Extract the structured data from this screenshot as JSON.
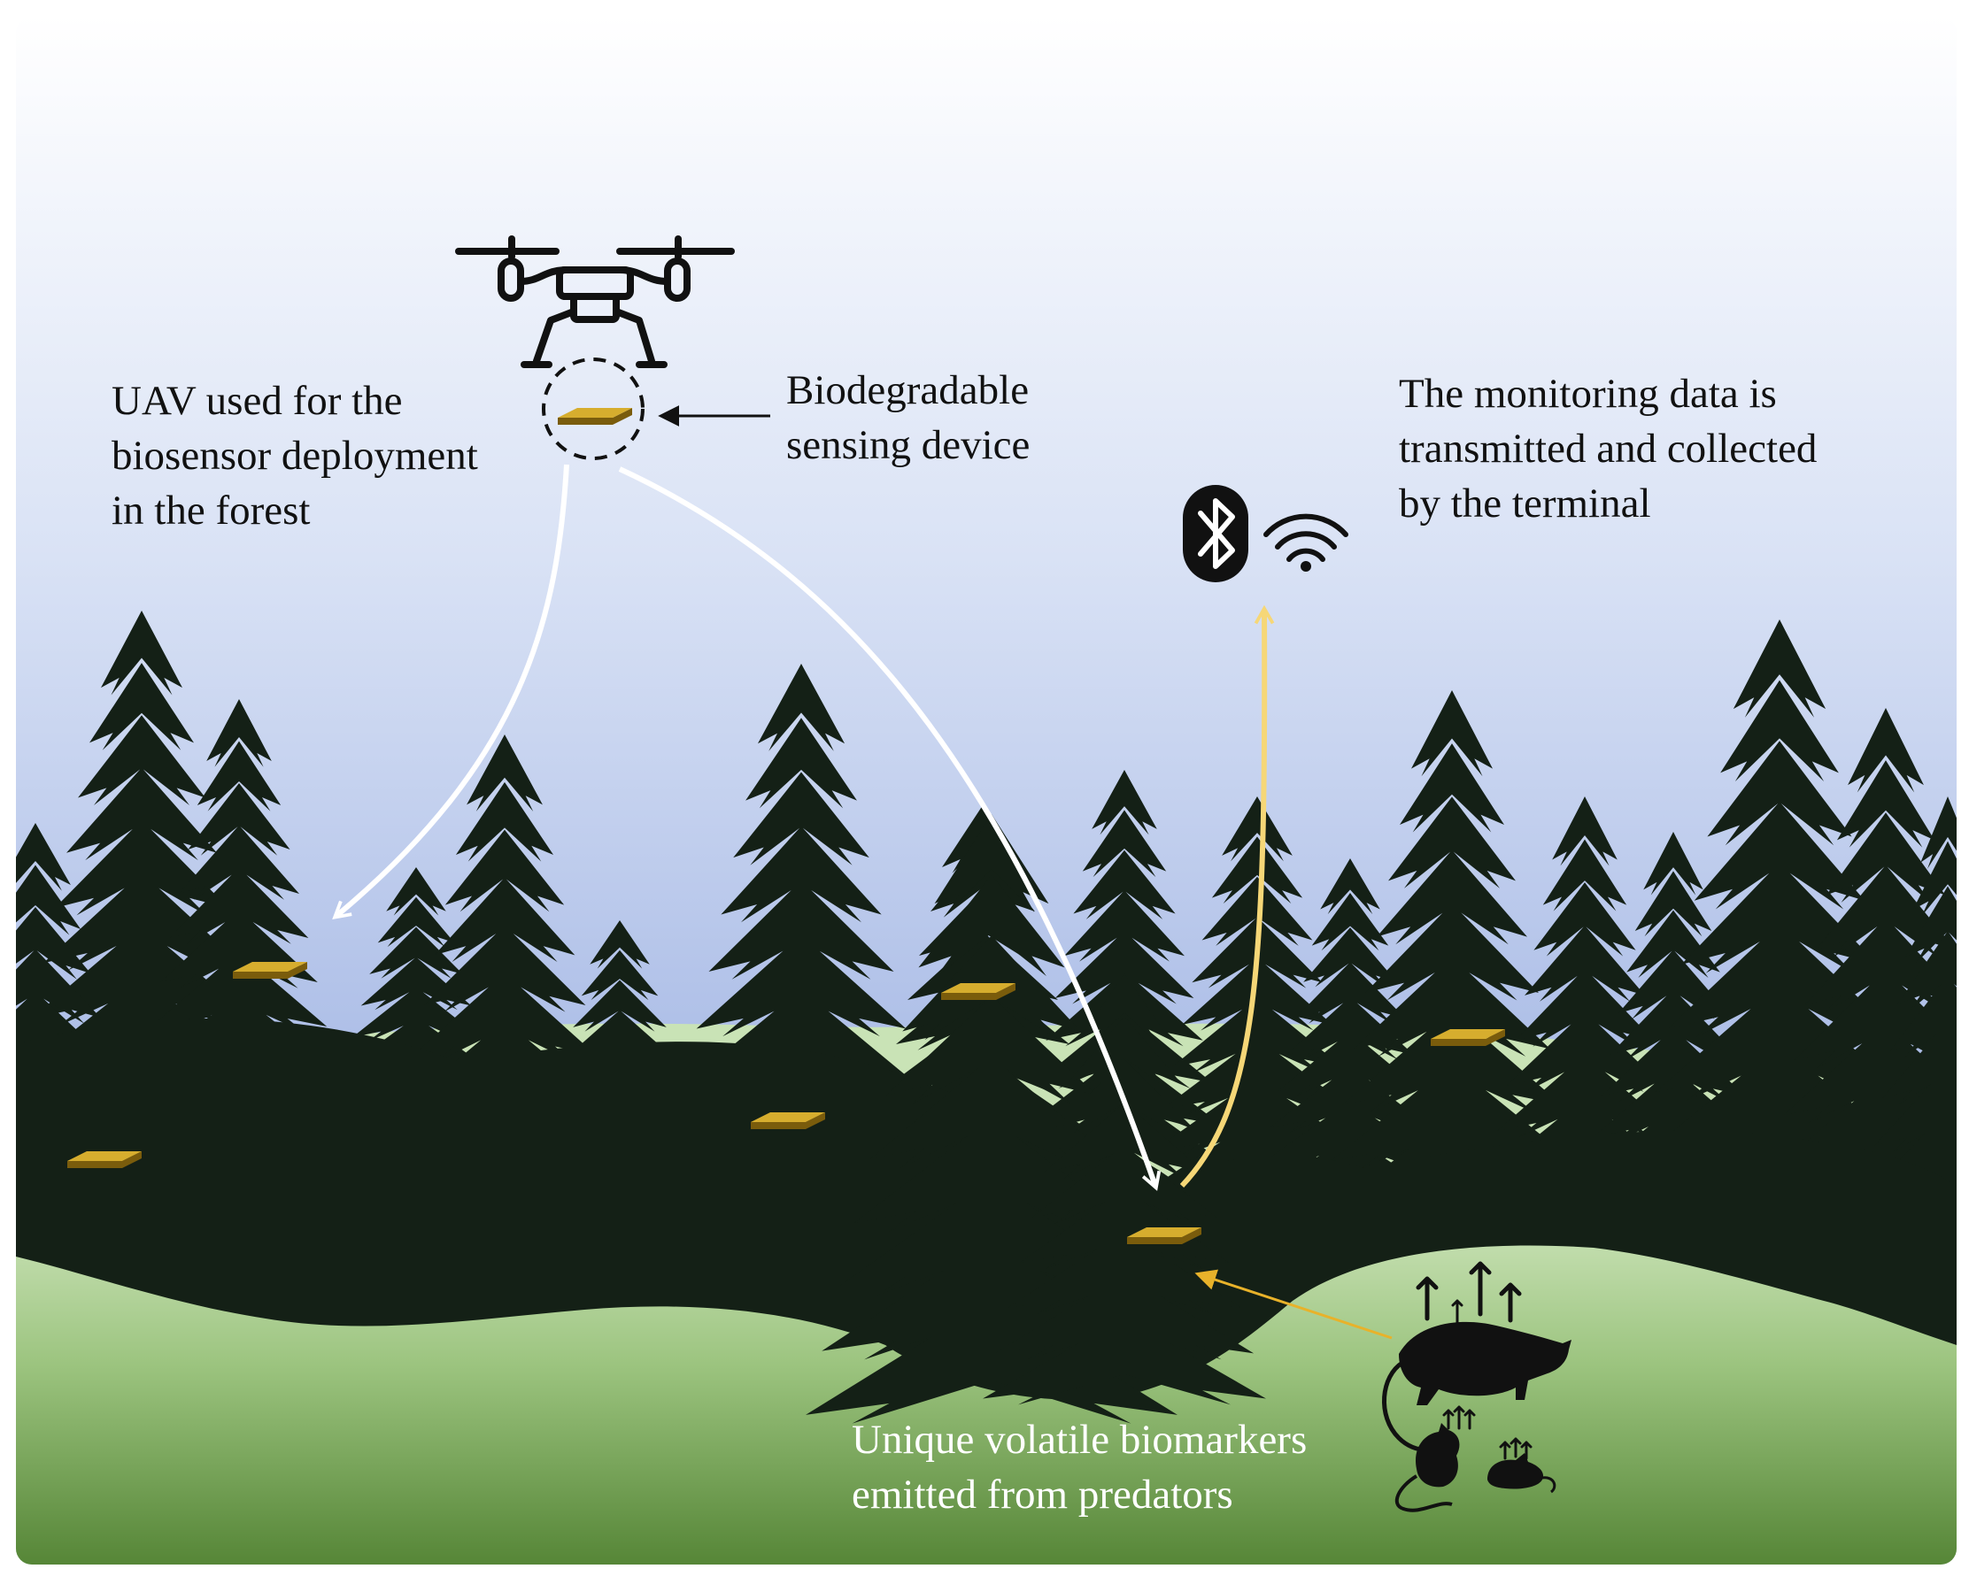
{
  "labels": {
    "uav": [
      "UAV used for the",
      "biosensor deployment",
      "in the forest"
    ],
    "sensor": [
      "Biodegradable",
      "sensing device"
    ],
    "transmission": [
      "The monitoring data is",
      "transmitted and collected",
      "by the terminal"
    ],
    "biomarkers": [
      "Unique volatile biomarkers",
      "emitted from predators"
    ]
  },
  "icons": {
    "drone": "drone-icon",
    "bluetooth": "bluetooth-icon",
    "wifi": "wifi-icon",
    "sensor_chip": "sensor-chip-icon",
    "possum": "possum-silhouette-icon",
    "rat": "rat-silhouette-icon",
    "mouse": "mouse-silhouette-icon",
    "biomarker_arrows": "up-arrow-icon"
  },
  "colors": {
    "sky_top": "#ffffff",
    "sky_bottom": "#a9bbe6",
    "tree": "#142016",
    "ground_light": "#c9e3b6",
    "ground_dark": "#5a8a3c",
    "sensor": "#c9a227",
    "deploy_arrow": "#ffffff",
    "data_arrow": "#f6d777",
    "signal_arrow": "#e8b22a"
  }
}
